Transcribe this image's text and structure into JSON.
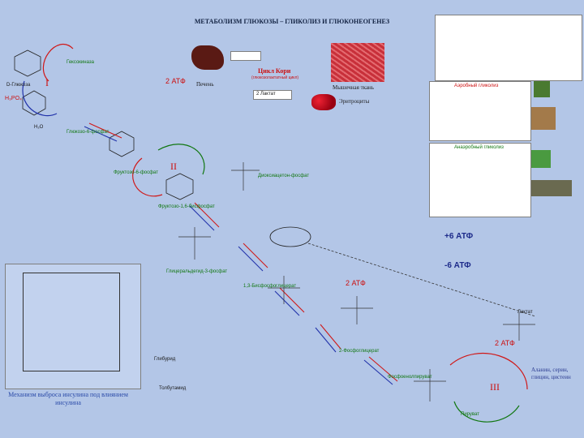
{
  "title": "МЕТАБОЛИЗМ ГЛЮКОЗЫ – ГЛИКОЛИЗ И ГЛЮКОНЕОГЕНЕЗ",
  "cori": {
    "title": "Цикл Кори",
    "subtitle": "(глюкозолактатный цикл)",
    "liver_label": "Печень",
    "muscle_label": "Мышечная ткань",
    "erythrocytes_label": "Эритроциты",
    "lactate_label": "2 Лактат",
    "atp_label": "2 АТФ"
  },
  "stages": {
    "stage1": "I",
    "stage2": "II",
    "stage3": "III"
  },
  "energy": {
    "line1": "+6 АТФ",
    "line2": "-6 АТФ",
    "atp2_a": "2 АТФ",
    "atp2_b": "2 АТФ"
  },
  "labels": {
    "glucose": "D-Глюкоза",
    "h3po4": "H₃PO₄",
    "h2o": "H₂O",
    "hexokinase": "Гексокиназа",
    "g6p": "Глюкозо-6-фосфат",
    "f6p": "Фруктозо-6-фосфат",
    "f16bp": "Фруктозо-1,6-бисфосфат",
    "dhap": "Диоксиацетон-фосфат",
    "gap": "Глицеральдегид-3-фосфат",
    "bpg": "1,3-Бисфосфоглицерат",
    "pg2": "2-Фосфоглицерат",
    "pep": "Фосфоенолпируват",
    "pyruvate": "Пируват",
    "glibenclamide": "Глибурид",
    "tolbutamide": "Толбутамид",
    "lactate_box": "Лактат",
    "aerobic": "Аэробный гликолиз",
    "anaerobic": "Анаэробный гликолиз"
  },
  "caption": "Механизм выброса инсулина под влиянием инсулина",
  "aminoacids": "Аланин, серин, глицин, цистеин"
}
